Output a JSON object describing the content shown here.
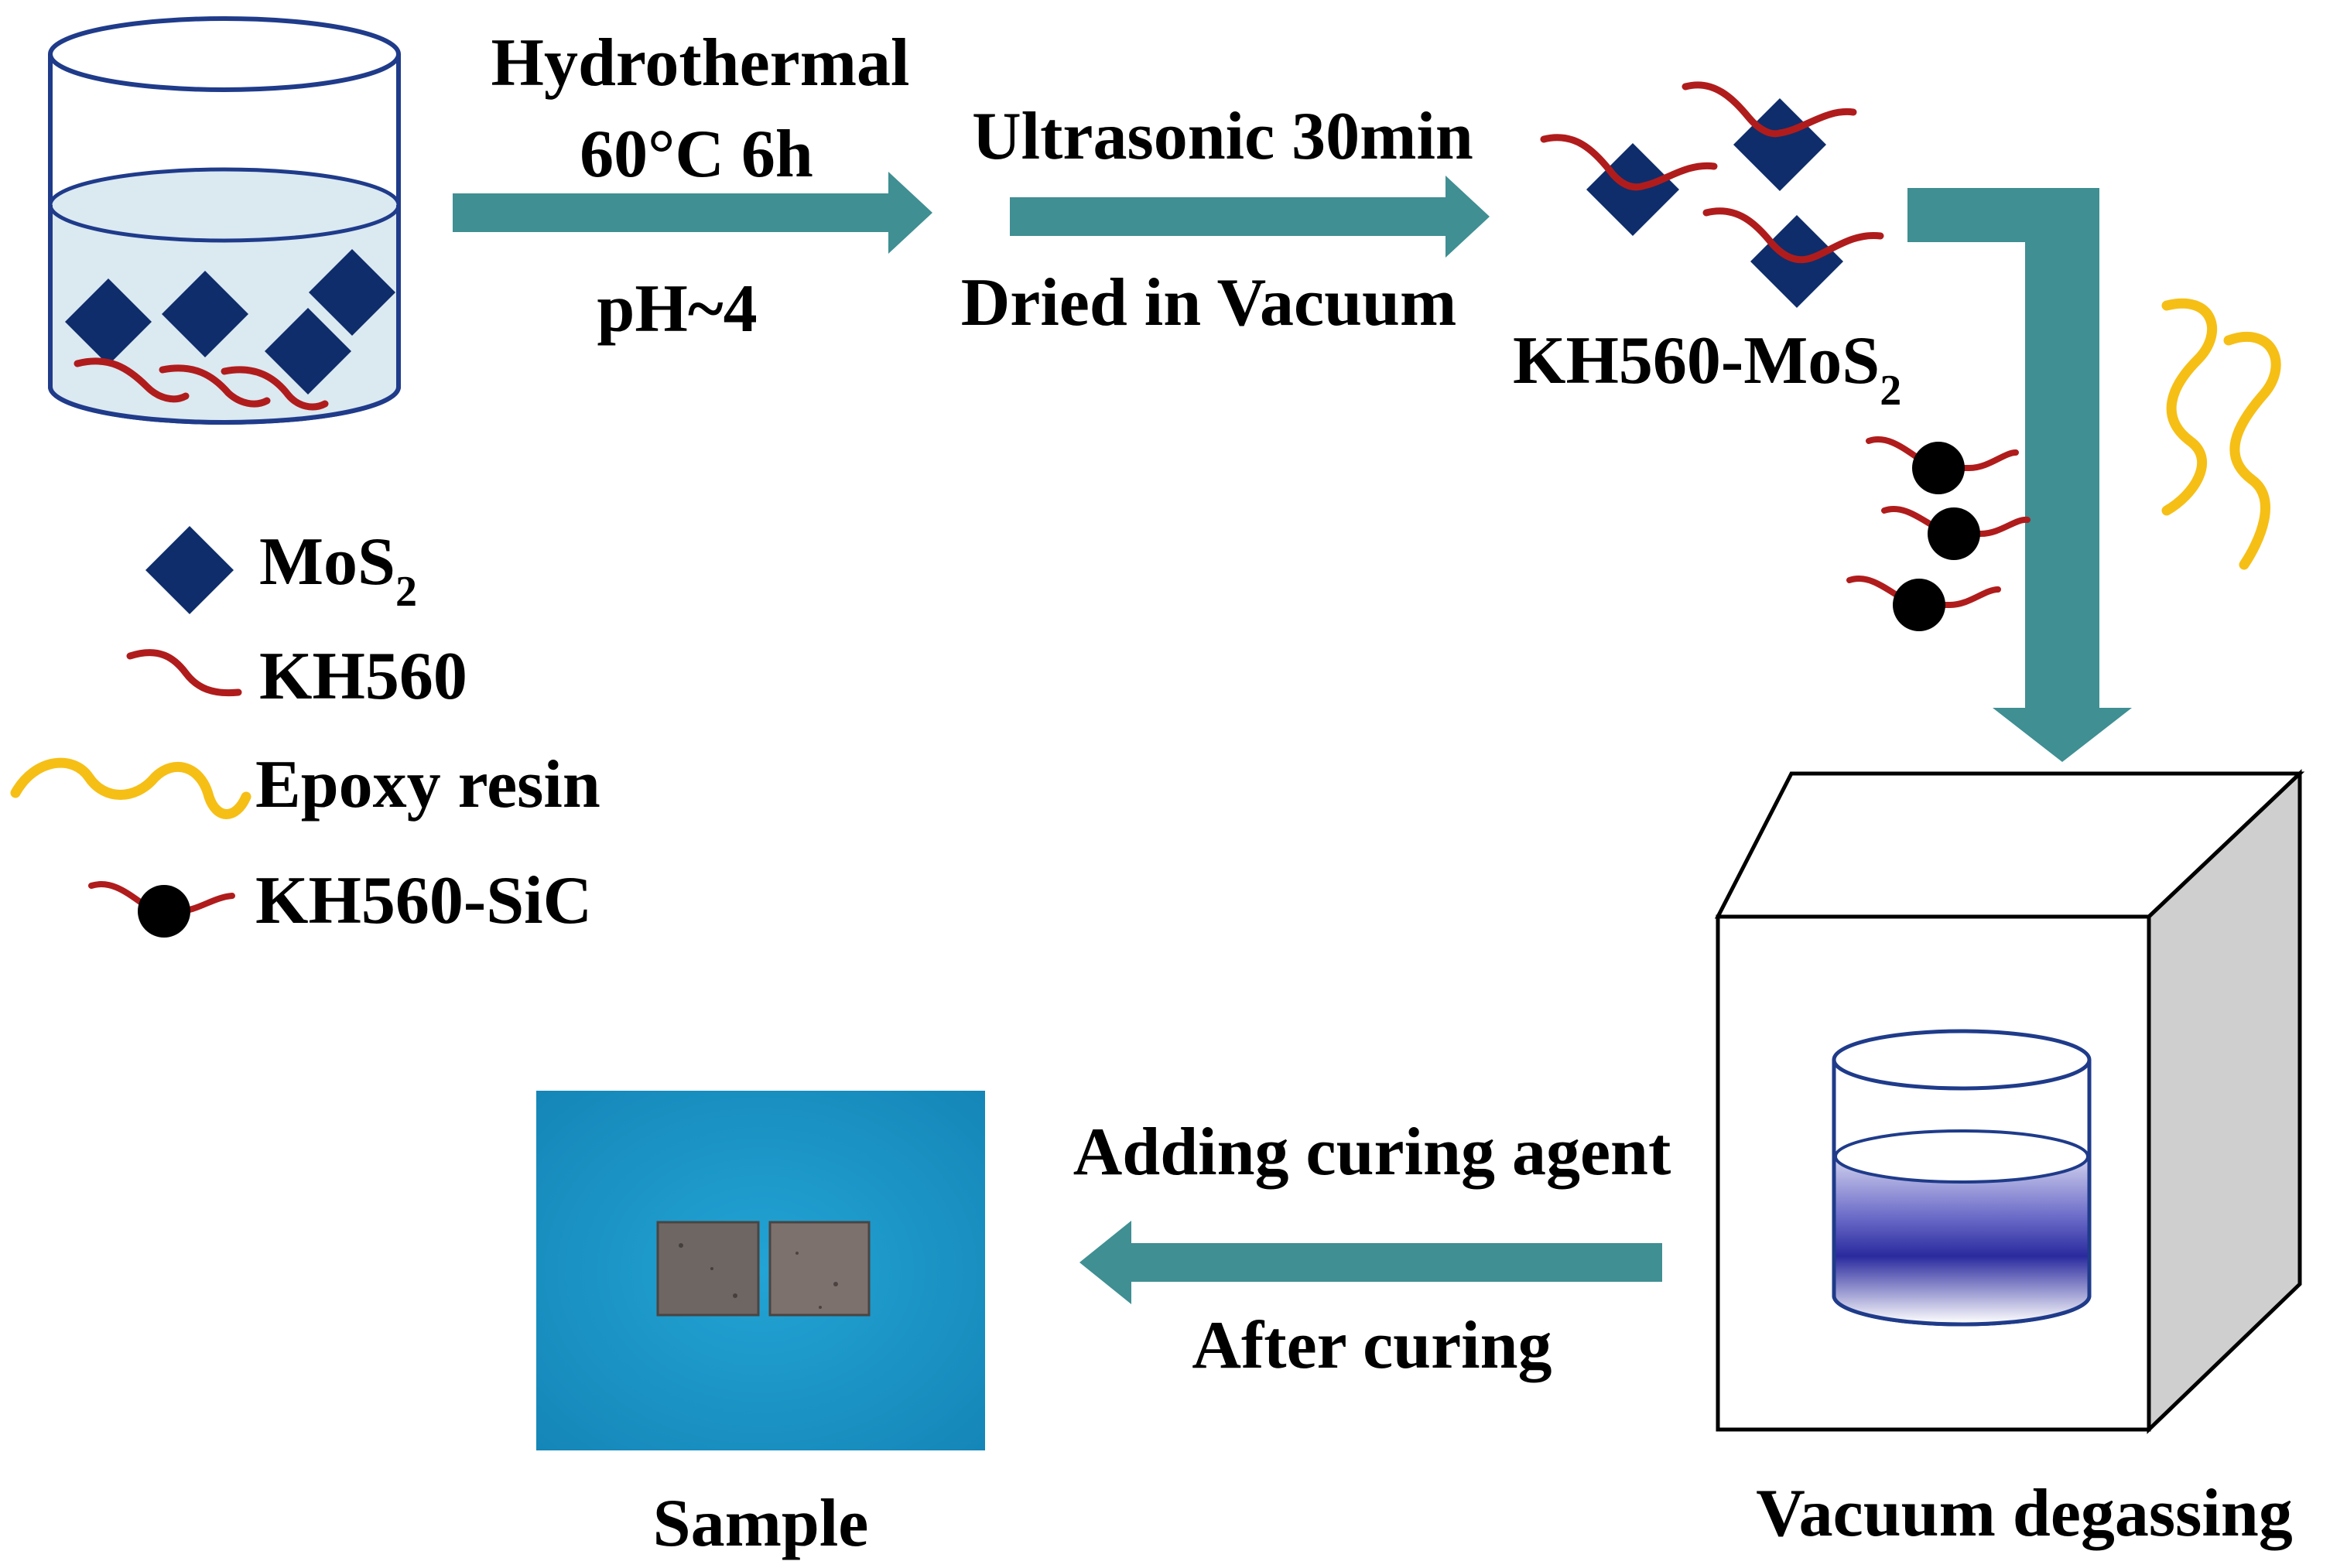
{
  "colors": {
    "arrow": "#3f8f93",
    "mos2": "#0f2d6b",
    "kh560": "#b01c1c",
    "epoxy": "#f6bf16",
    "sic": "#000000",
    "liquid_top": "#dbe9f1",
    "liquid_vacuum_dark": "#2a2a9e",
    "oven_side": "#cfcfcf",
    "photo_background": "#1b95c6",
    "sample_tile": "#6e6663"
  },
  "icons": [
    "beaker-icon",
    "mos2-diamond-icon",
    "kh560-chain-icon",
    "epoxy-resin-icon",
    "kh560-sic-icon",
    "vacuum-oven-icon",
    "sample-photo"
  ],
  "steps": {
    "hydrothermal": {
      "line1": "Hydrothermal",
      "line2": "60°C 6h",
      "line3": "pH~4"
    },
    "ultrasonic": {
      "line1": "Ultrasonic 30min",
      "line2": "Dried in Vacuum"
    },
    "product": {
      "base": "KH560-MoS",
      "subscript": "2"
    },
    "curing": {
      "line1": "Adding curing agent",
      "line2": "After curing"
    },
    "vacuum_label": "Vacuum degassing",
    "sample_label": "Sample"
  },
  "legend": {
    "mos2": {
      "base": "MoS",
      "subscript": "2"
    },
    "kh560": "KH560",
    "epoxy": "Epoxy resin",
    "sic": "KH560-SiC"
  }
}
